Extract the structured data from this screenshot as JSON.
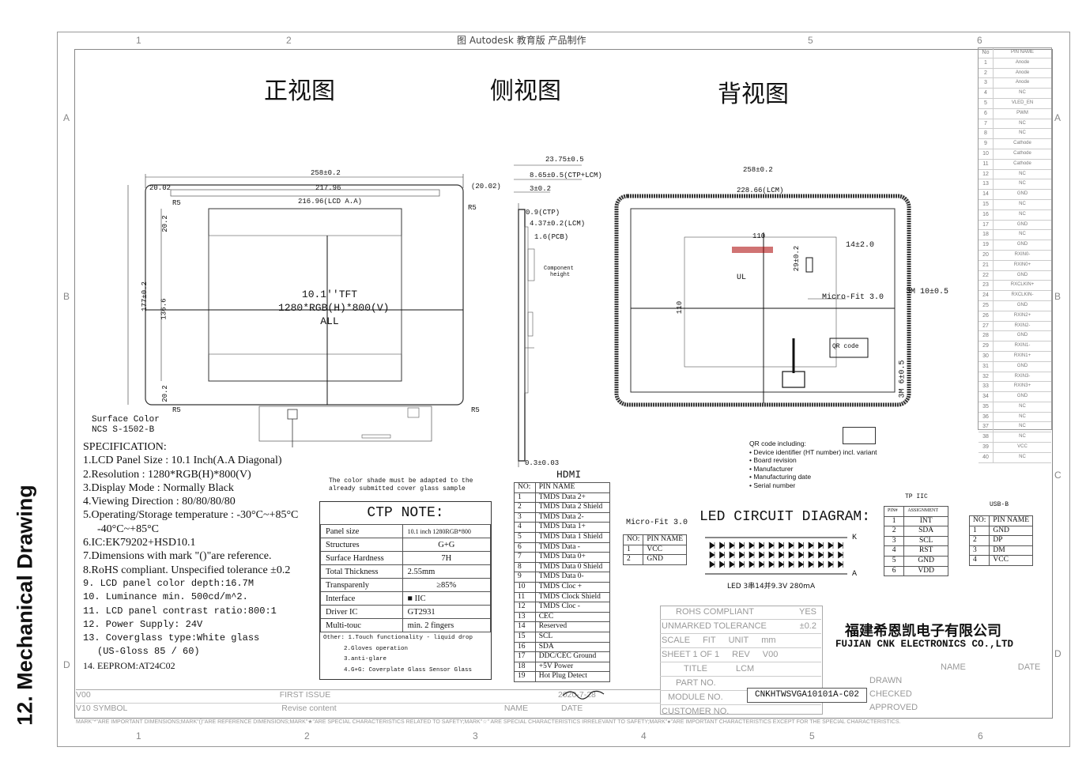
{
  "section_title": "12.  Mechanical Drawing",
  "grid": {
    "cols_top": [
      "1",
      "2",
      "3",
      "4",
      "5",
      "6"
    ],
    "rows": [
      "A",
      "B",
      "C",
      "D"
    ]
  },
  "header_text": "图 Autodesk 教育版 产品制作",
  "views": {
    "front": "正视图",
    "side": "侧视图",
    "back": "背视图"
  },
  "front_view": {
    "width": "258±0.2",
    "left_margin": "20.02",
    "right_margin": "(20.02)",
    "inner_width": "217.96",
    "aa_width": "216.96(LCD A.A)",
    "height": "177±0.2",
    "aa_height": "136.6",
    "top_margin": "20.2",
    "bottom_margin": "20.2",
    "radius": "R5",
    "center_text": [
      "10.1''TFT",
      "1280*RGB(H)*800(V)",
      "ALL"
    ],
    "surface_color": [
      "Surface Color",
      "NCS S-1502-B"
    ]
  },
  "side_view": {
    "dims": [
      "23.75±0.5",
      "8.65±0.5(CTP+LCM)",
      "3±0.2",
      "0.9(CTP)",
      "4.37±0.2(LCM)",
      "1.6(PCB)",
      "0.3±0.03"
    ],
    "component_height": [
      "Component",
      "height"
    ]
  },
  "back_view": {
    "width": "258±0.2",
    "inner_width": "228.66(LCM)",
    "d110": "110",
    "d29": "29±0.2",
    "d14": "14±2.0",
    "micro_fit": "Micro-Fit 3.0",
    "ul": "UL",
    "tape1": "3M 10±0.5",
    "tape2": "3M 6±0.5",
    "qr": "QR code",
    "qr_notes": [
      "QR code including:",
      "• Device identifier (HT number) incl. variant",
      "• Board revision",
      "• Manufacturer",
      "• Manufacturing date",
      "• Serial number"
    ]
  },
  "spec": {
    "title": "SPECIFICATION:",
    "lines": [
      "1.LCD Panel Size : 10.1 Inch(A.A Diagonal)",
      "2.Resolution : 1280*RGB(H)*800(V)",
      "3.Display Mode : Normally Black",
      "4.Viewing Direction : 80/80/80/80",
      "5.Operating/Storage temperature : -30°C~+85°C",
      "  -40°C~+85°C",
      "6.IC:EK79202+HSD10.1",
      "7.Dimensions with mark \"()\"are reference.",
      "8.RoHS compliant. Unspecified tolerance ±0.2",
      "9. LCD panel color depth:16.7M",
      "10. Luminance min. 500cd/m^2.",
      "11. LCD panel contrast ratio:800:1",
      "12. Power Supply: 24V",
      "13. Coverglass type:White glass",
      "   (US-Gloss 85 / 60)",
      "14. EEPROM:AT24C02"
    ]
  },
  "ctp_note": {
    "shade_note": [
      "The color shade must be adapted to the",
      "already submitted cover glass sample"
    ],
    "title": "CTP NOTE:",
    "rows": [
      [
        "Panel size",
        "10.1 inch 1280RGB*800"
      ],
      [
        "Structures",
        "G+G"
      ],
      [
        "Surface Hardness",
        "7H"
      ],
      [
        "Total Thickness",
        "2.55mm"
      ],
      [
        "Transparenly",
        "≥85%"
      ],
      [
        "Interface",
        "■ IIC"
      ],
      [
        "Driver IC",
        "GT2931"
      ],
      [
        "Multi-touc",
        "min. 2 fingers"
      ]
    ],
    "other": [
      "Other: 1.Touch functionality - liquid drop",
      "2.Gloves operation",
      "3.anti-glare",
      "4.G+G: Coverplate Glass Sensor Glass"
    ]
  },
  "hdmi": {
    "title": "HDMI",
    "header": [
      "NO:",
      "PIN NAME"
    ],
    "rows": [
      [
        "1",
        "TMDS Data 2+"
      ],
      [
        "2",
        "TMDS Data 2 Shield"
      ],
      [
        "3",
        "TMDS Data 2-"
      ],
      [
        "4",
        "TMDS Data 1+"
      ],
      [
        "5",
        "TMDS Data 1 Shield"
      ],
      [
        "6",
        "TMDS Data -"
      ],
      [
        "7",
        "TMDS Data 0+"
      ],
      [
        "8",
        "TMDS Data 0 Shield"
      ],
      [
        "9",
        "TMDS Data 0-"
      ],
      [
        "10",
        "TMDS Cloc +"
      ],
      [
        "11",
        "TMDS Clock Shield"
      ],
      [
        "12",
        "TMDS Cloc -"
      ],
      [
        "13",
        "CEC"
      ],
      [
        "14",
        "Reserved"
      ],
      [
        "15",
        "SCL"
      ],
      [
        "16",
        "SDA"
      ],
      [
        "17",
        "DDC/CEC Ground"
      ],
      [
        "18",
        "+5V Power"
      ],
      [
        "19",
        "Hot Plug Detect"
      ]
    ]
  },
  "micro_fit": {
    "title": "Micro-Fit 3.0",
    "header": [
      "NO:",
      "PIN NAME"
    ],
    "rows": [
      [
        "1",
        "VCC"
      ],
      [
        "2",
        "GND"
      ]
    ]
  },
  "led": {
    "title": "LED CIRCUIT DIAGRAM:",
    "k": "K",
    "a": "A",
    "caption": "LED 3串14并9.3V 280mA"
  },
  "tp_iic": {
    "title": "TP IIC",
    "header": [
      "PIN#",
      "ASSIGNMENT"
    ],
    "rows": [
      [
        "1",
        "INT"
      ],
      [
        "2",
        "SDA"
      ],
      [
        "3",
        "SCL"
      ],
      [
        "4",
        "RST"
      ],
      [
        "5",
        "GND"
      ],
      [
        "6",
        "VDD"
      ]
    ]
  },
  "usb_b": {
    "title": "USB-B",
    "header": [
      "NO:",
      "PIN NAME"
    ],
    "rows": [
      [
        "1",
        "GND"
      ],
      [
        "2",
        "DP"
      ],
      [
        "3",
        "DM"
      ],
      [
        "4",
        "VCC"
      ]
    ]
  },
  "pin_table": {
    "header": [
      "No",
      "PIN NAME"
    ],
    "rows": [
      [
        "1",
        "Anode"
      ],
      [
        "2",
        "Anode"
      ],
      [
        "3",
        "Anode"
      ],
      [
        "4",
        "NC"
      ],
      [
        "5",
        "VLED_EN"
      ],
      [
        "6",
        "PWM"
      ],
      [
        "7",
        "NC"
      ],
      [
        "8",
        "NC"
      ],
      [
        "9",
        "Cathode"
      ],
      [
        "10",
        "Cathode"
      ],
      [
        "11",
        "Cathode"
      ],
      [
        "12",
        "NC"
      ],
      [
        "13",
        "NC"
      ],
      [
        "14",
        "GND"
      ],
      [
        "15",
        "NC"
      ],
      [
        "16",
        "NC"
      ],
      [
        "17",
        "GND"
      ],
      [
        "18",
        "NC"
      ],
      [
        "19",
        "GND"
      ],
      [
        "20",
        "RXIN0-"
      ],
      [
        "21",
        "RXIN0+"
      ],
      [
        "22",
        "GND"
      ],
      [
        "23",
        "RXCLKIN+"
      ],
      [
        "24",
        "RXCLKIN-"
      ],
      [
        "25",
        "GND"
      ],
      [
        "26",
        "RXIN2+"
      ],
      [
        "27",
        "RXIN2-"
      ],
      [
        "28",
        "GND"
      ],
      [
        "29",
        "RXIN1-"
      ],
      [
        "30",
        "RXIN1+"
      ],
      [
        "31",
        "GND"
      ],
      [
        "32",
        "RXIN3-"
      ],
      [
        "33",
        "RXIN3+"
      ],
      [
        "34",
        "GND"
      ],
      [
        "35",
        "NC"
      ],
      [
        "36",
        "NC"
      ],
      [
        "37",
        "NC"
      ],
      [
        "38",
        "NC"
      ],
      [
        "39",
        "VCC"
      ],
      [
        "40",
        "NC"
      ]
    ]
  },
  "title_block": {
    "rohs": "ROHS COMPLIANT",
    "rohs_val": "YES",
    "tolerance": "UNMARKED TOLERANCE",
    "tolerance_val": "±0.2",
    "scale": "SCALE",
    "scale_val": "FIT",
    "unit": "UNIT",
    "unit_val": "mm",
    "sheet": "SHEET 1 OF 1",
    "rev": "REV",
    "rev_val": "V00",
    "title": "TITLE",
    "title_val": "LCM",
    "part": "PART NO.",
    "module": "MODULE NO.",
    "module_val": "CNKHTWSVGA10101A-C02",
    "customer": "CUSTOMER NO.",
    "drawn": "DRAWN",
    "checked": "CHECKED",
    "approved": "APPROVED",
    "name": "NAME",
    "date": "DATE",
    "company_cn": "福建希恩凯电子有限公司",
    "company_en": "FUJIAN CNK ELECTRONICS CO.,LTD",
    "rev_rows": [
      [
        "V00",
        "FIRST ISSUE"
      ],
      [
        "V10 SYMBOL",
        "Revise content"
      ]
    ],
    "rev_date": "2020-7-28",
    "rev_labels": [
      "NAME",
      "DATE"
    ],
    "footer": "MARK\"*\"ARE IMPORTANT DIMENSIONS;MARK\"()\"ARE REFERENCE DIMENSIONS;MARK\"★\"ARE SPECIAL CHARACTERISTICS RELATED TO SAFETY;MARK\"☆\" ARE SPECIAL CHARACTERISTICS IRRELEVANT TO SAFETY;MARK\"●\"ARE IMPORTANT CHARACTERISTICS EXCEPT FOR THE SPECIAL CHARACTERISTICS."
  }
}
